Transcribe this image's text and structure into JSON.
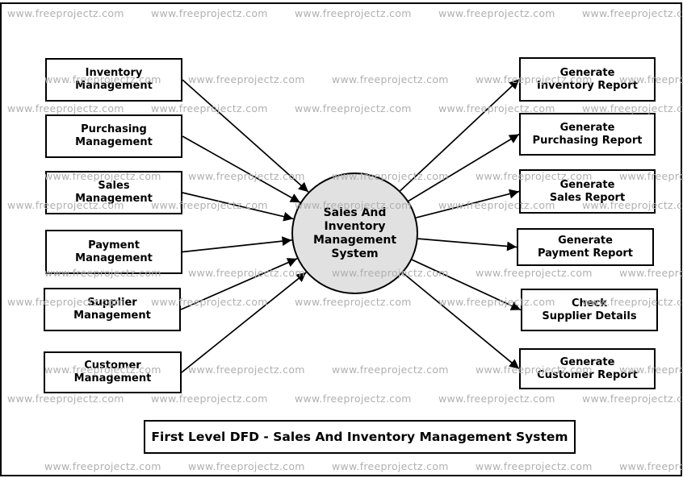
{
  "watermark": {
    "text": "www.freeprojectz.com"
  },
  "diagram": {
    "title": "First Level DFD - Sales And Inventory Management System",
    "process": {
      "id": "process",
      "label_lines": [
        "Sales And",
        "Inventory",
        "Management",
        "System"
      ]
    },
    "left_entities": [
      {
        "id": "inventory-management",
        "lines": [
          "Inventory",
          "Management"
        ]
      },
      {
        "id": "purchasing-management",
        "lines": [
          "Purchasing",
          "Management"
        ]
      },
      {
        "id": "sales-management",
        "lines": [
          "Sales",
          "Management"
        ]
      },
      {
        "id": "payment-management",
        "lines": [
          "Payment",
          "Management"
        ]
      },
      {
        "id": "supplier-management",
        "lines": [
          "Supplier",
          "Management"
        ]
      },
      {
        "id": "customer-management",
        "lines": [
          "Customer",
          "Management"
        ]
      }
    ],
    "right_entities": [
      {
        "id": "generate-inventory-report",
        "lines": [
          "Generate",
          "Inventory Report"
        ]
      },
      {
        "id": "generate-purchasing-report",
        "lines": [
          "Generate",
          "Purchasing Report"
        ]
      },
      {
        "id": "generate-sales-report",
        "lines": [
          "Generate",
          "Sales Report"
        ]
      },
      {
        "id": "generate-payment-report",
        "lines": [
          "Generate",
          "Payment Report"
        ]
      },
      {
        "id": "check-supplier-details",
        "lines": [
          "Check",
          "Supplier Details"
        ]
      },
      {
        "id": "generate-customer-report",
        "lines": [
          "Generate",
          "Customer Report"
        ]
      }
    ],
    "flows": [
      {
        "from": "inventory-management",
        "to": "process"
      },
      {
        "from": "purchasing-management",
        "to": "process"
      },
      {
        "from": "sales-management",
        "to": "process"
      },
      {
        "from": "payment-management",
        "to": "process"
      },
      {
        "from": "supplier-management",
        "to": "process"
      },
      {
        "from": "customer-management",
        "to": "process"
      },
      {
        "from": "process",
        "to": "generate-inventory-report"
      },
      {
        "from": "process",
        "to": "generate-purchasing-report"
      },
      {
        "from": "process",
        "to": "generate-sales-report"
      },
      {
        "from": "process",
        "to": "generate-payment-report"
      },
      {
        "from": "process",
        "to": "check-supplier-details"
      },
      {
        "from": "process",
        "to": "generate-customer-report"
      }
    ],
    "colors": {
      "stroke": "#000000",
      "process_fill": "#e1e1e1",
      "watermark": "#b0b0b0",
      "background": "#ffffff"
    }
  }
}
